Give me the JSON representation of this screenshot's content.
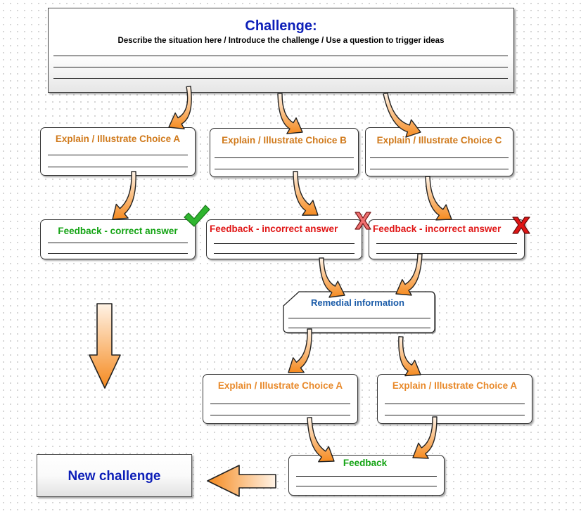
{
  "challenge": {
    "title": "Challenge:",
    "description": "Describe the situation here / Introduce the challenge / Use a question to trigger ideas"
  },
  "choices": {
    "a": "Explain / Illustrate Choice A",
    "b": "Explain / Illustrate Choice B",
    "c": "Explain / Illustrate Choice C"
  },
  "feedback": {
    "correct": "Feedback - correct answer",
    "incorrect_b": "Feedback - incorrect answer",
    "incorrect_c": "Feedback - incorrect answer"
  },
  "remedial": {
    "title": "Remedial information"
  },
  "second_round": {
    "choice_left": "Explain / Illustrate Choice A",
    "choice_right": "Explain / Illustrate Choice A",
    "feedback": "Feedback"
  },
  "new_challenge": {
    "label": "New challenge"
  },
  "colors": {
    "arrow_fill_dark": "#f58a1f",
    "arrow_fill_light": "#fff3e6",
    "challenge_title": "#0d1fb8",
    "choice_text": "#d07a1c",
    "correct_text": "#13a313",
    "incorrect_text": "#e01515",
    "remedial_text": "#1a5ba8",
    "new_challenge_text": "#0d1fb8",
    "check_mark": "#2fb52f",
    "cross_mark": "#e01515"
  },
  "icons": [
    "check-icon",
    "cross-icon",
    "curved-arrow-icon",
    "down-arrow-icon",
    "left-arrow-icon"
  ]
}
